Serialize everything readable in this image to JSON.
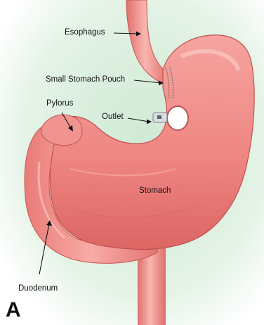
{
  "labels": {
    "esophagus": "Esophagus",
    "small_pouch": "Small Stomach Pouch",
    "pylorus": "Pylorus",
    "outlet": "Outlet",
    "stomach": "Stomach",
    "duodenum": "Duodenum"
  },
  "figure_letter": "A",
  "colors": {
    "background_tint": "#cfe9d4",
    "tissue": "#f08a86",
    "tissue_shadow": "#d8605e",
    "tissue_highlight": "#f9b3ad",
    "band": "#d9dde2"
  }
}
